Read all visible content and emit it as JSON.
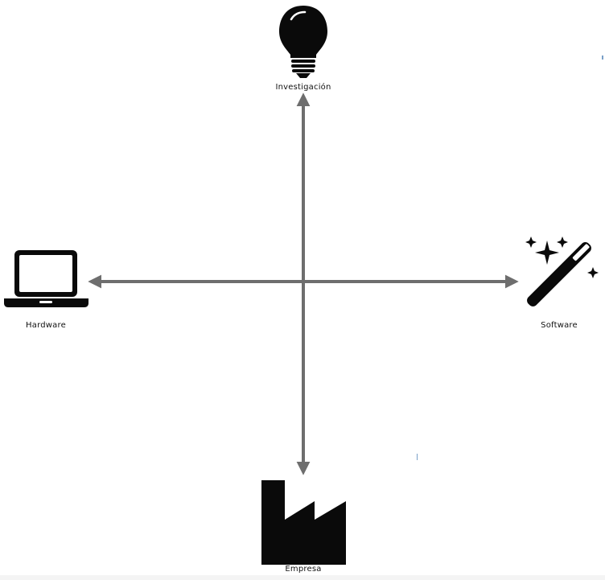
{
  "diagram": {
    "poles": {
      "top": {
        "label": "Investigación",
        "icon": "lightbulb-icon"
      },
      "left": {
        "label": "Hardware",
        "icon": "laptop-icon"
      },
      "right": {
        "label": "Software",
        "icon": "magic-wand-icon"
      },
      "bottom": {
        "label": "Empresa",
        "icon": "factory-icon"
      }
    },
    "colors": {
      "axis": "#6e6e6e",
      "icon": "#0a0a0a",
      "background": "#ffffff"
    }
  }
}
